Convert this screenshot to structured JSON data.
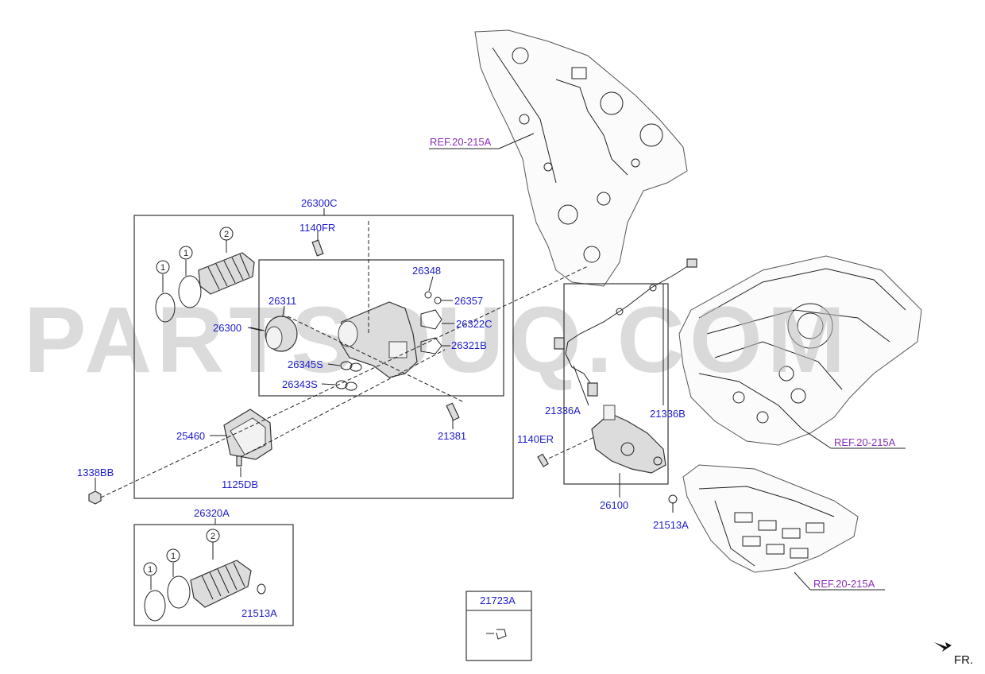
{
  "watermark": "PARTSOUQ.COM",
  "part_labels": {
    "p26300C": "26300C",
    "p1140FR": "1140FR",
    "p26348": "26348",
    "p26311": "26311",
    "p26357": "26357",
    "p26300": "26300",
    "p26322C": "26322C",
    "p26321B": "26321B",
    "p26345S": "26345S",
    "p26343S": "26343S",
    "p25460": "25460",
    "p21381": "21381",
    "p1125DB": "1125DB",
    "p1338BB": "1338BB",
    "p26320A": "26320A",
    "p21513A_kit": "21513A",
    "p21723A": "21723A",
    "p21336A": "21336A",
    "p21336B": "21336B",
    "p1140ER": "1140ER",
    "p26100": "26100",
    "p21513A": "21513A"
  },
  "circle_numbers": {
    "one": "1",
    "two": "2"
  },
  "references": {
    "ref_top": "REF.20-215A",
    "ref_mid": "REF.20-215A",
    "ref_bottom": "REF.20-215A"
  },
  "direction": {
    "label": "FR.",
    "icon": "arrow-icon"
  },
  "colors": {
    "part_number": "#1c1ccc",
    "reference": "#8a2fb5"
  }
}
